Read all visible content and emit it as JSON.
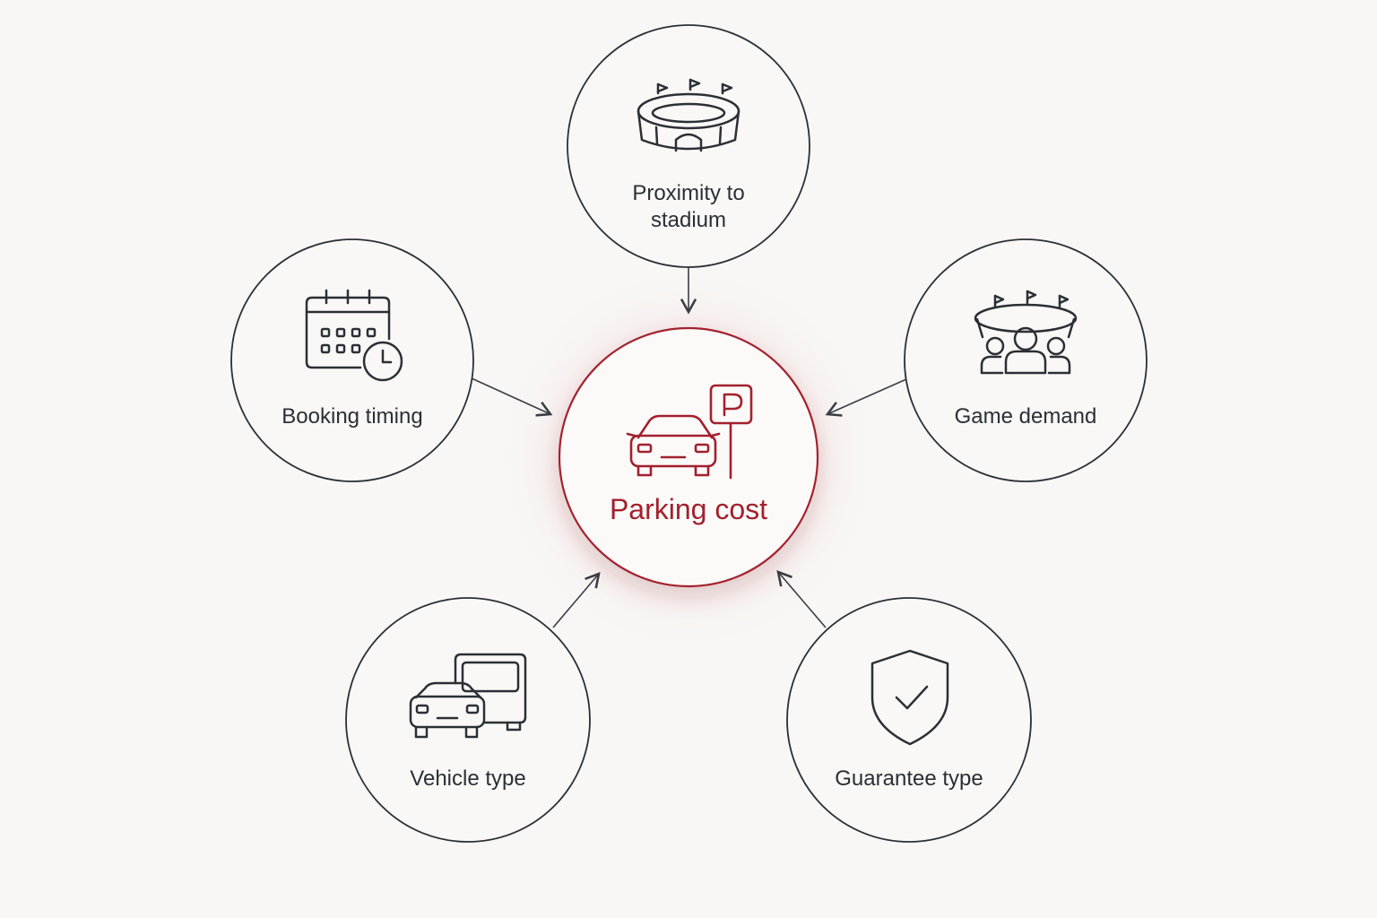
{
  "diagram": {
    "center": {
      "label": "Parking cost",
      "icon": "car-parking-sign-icon"
    },
    "factors": [
      {
        "id": "proximity",
        "label_lines": [
          "Proximity to",
          "stadium"
        ],
        "icon": "stadium-icon"
      },
      {
        "id": "booking",
        "label_lines": [
          "Booking timing"
        ],
        "icon": "calendar-clock-icon"
      },
      {
        "id": "demand",
        "label_lines": [
          "Game demand"
        ],
        "icon": "stadium-crowd-icon"
      },
      {
        "id": "vehicle",
        "label_lines": [
          "Vehicle type"
        ],
        "icon": "car-and-truck-icon"
      },
      {
        "id": "guarantee",
        "label_lines": [
          "Guarantee type"
        ],
        "icon": "shield-check-icon"
      }
    ],
    "colors": {
      "accent": "#a3202d",
      "line": "#2b2f36",
      "background": "#f8f7f5",
      "glow": "#f3dfe0"
    }
  }
}
